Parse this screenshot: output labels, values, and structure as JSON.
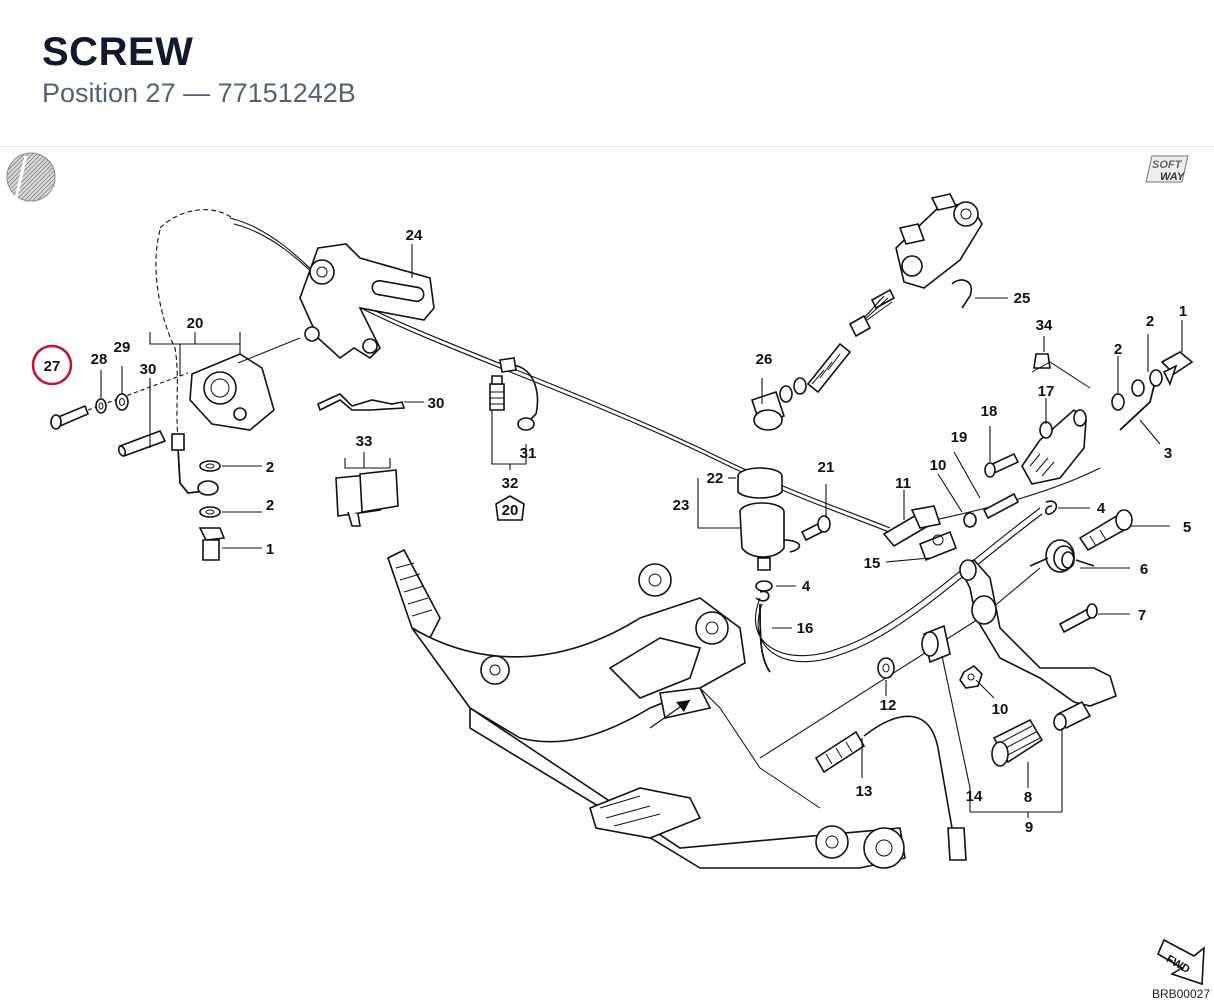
{
  "header": {
    "title": "SCREW",
    "position_label": "Position 27",
    "separator": "—",
    "part_number": "77151242B"
  },
  "diagram": {
    "highlight_color": "#c8102e",
    "highlighted_callout": "27",
    "logo_text_top": "SOFT",
    "logo_text_bottom": "WAY",
    "fwd_label": "FWD",
    "reference_code": "BRB00027",
    "callouts": {
      "c1a": "1",
      "c1b": "1",
      "c2a": "2",
      "c2b": "2",
      "c2c": "2",
      "c2d": "2",
      "c3": "3",
      "c4a": "4",
      "c4b": "4",
      "c5": "5",
      "c6": "6",
      "c7": "7",
      "c8": "8",
      "c9": "9",
      "c10a": "10",
      "c10b": "10",
      "c11": "11",
      "c12": "12",
      "c13": "13",
      "c14": "14",
      "c15": "15",
      "c16": "16",
      "c17": "17",
      "c18": "18",
      "c19": "19",
      "c20a": "20",
      "c20b": "20",
      "c21": "21",
      "c22": "22",
      "c23": "23",
      "c24": "24",
      "c25": "25",
      "c26": "26",
      "c27": "27",
      "c28": "28",
      "c29": "29",
      "c30a": "30",
      "c30b": "30",
      "c31": "31",
      "c32": "32",
      "c33": "33",
      "c34": "34"
    }
  }
}
